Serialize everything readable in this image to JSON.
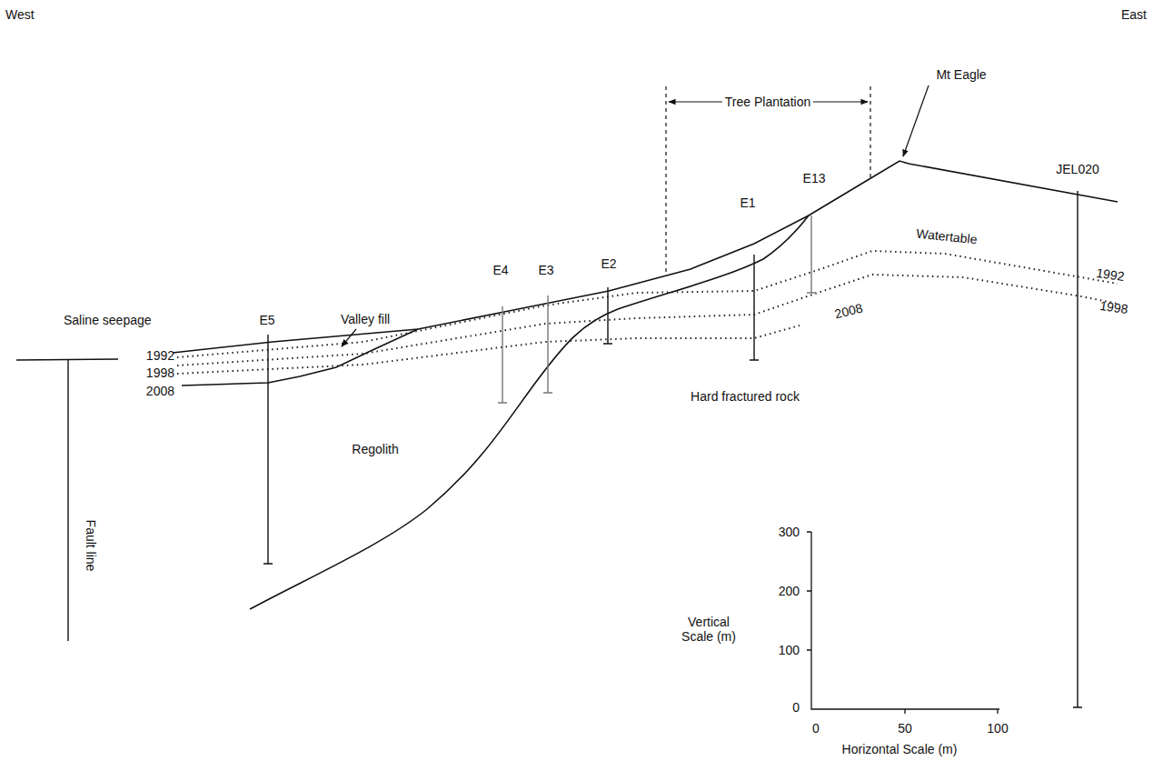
{
  "diagram": {
    "labels": [
      "West",
      "East",
      "Tree Plantation",
      "Mt Eagle",
      "JEL020",
      "E13",
      "E1",
      "Watertable",
      "1992",
      "1998",
      "E4",
      "E3",
      "E2",
      "2008",
      "Saline seepage",
      "E5",
      "Valley fill",
      "1992",
      "1998",
      "2008",
      "Hard fractured rock",
      "Regolith",
      "Fault line",
      "300",
      "200",
      "100",
      "0",
      "Vertical Scale (m)",
      "0",
      "50",
      "100",
      "Horizontal Scale (m)"
    ]
  }
}
